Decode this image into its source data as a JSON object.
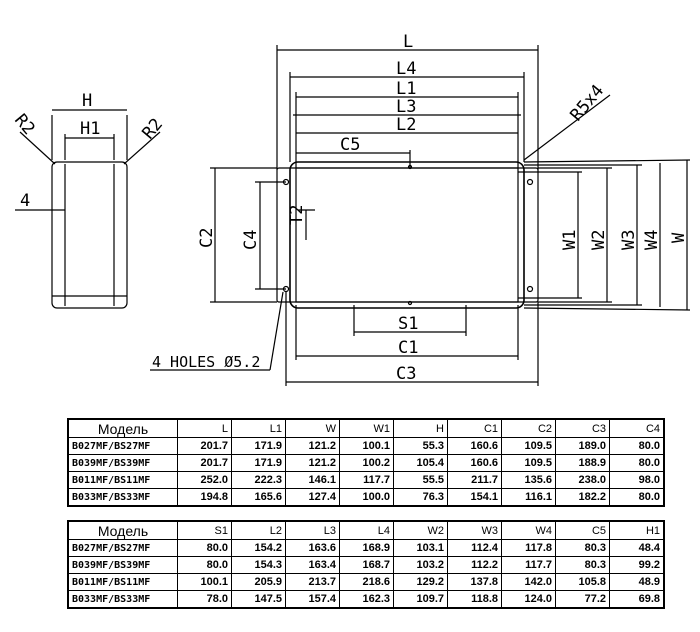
{
  "drawing": {
    "labels": {
      "L": "L",
      "L4": "L4",
      "L1": "L1",
      "L3": "L3",
      "L2": "L2",
      "C5": "C5",
      "R5x4": "R5x4",
      "H": "H",
      "H1": "H1",
      "R2_left": "R2",
      "R2_right": "R2",
      "four": "4",
      "C2": "C2",
      "C4": "C4",
      "T2": "T2",
      "W1": "W1",
      "W2": "W2",
      "W3": "W3",
      "W4": "W4",
      "W": "W",
      "S1": "S1",
      "C1": "C1",
      "C3": "C3",
      "holes": "4 HOLES Ø5.2"
    }
  },
  "table1": {
    "headers": [
      "Модель",
      "L",
      "L1",
      "W",
      "W1",
      "H",
      "C1",
      "C2",
      "C3",
      "C4"
    ],
    "rows": [
      [
        "B027MF/BS27MF",
        "201.7",
        "171.9",
        "121.2",
        "100.1",
        "55.3",
        "160.6",
        "109.5",
        "189.0",
        "80.0"
      ],
      [
        "B039MF/BS39MF",
        "201.7",
        "171.9",
        "121.2",
        "100.2",
        "105.4",
        "160.6",
        "109.5",
        "188.9",
        "80.0"
      ],
      [
        "B011MF/BS11MF",
        "252.0",
        "222.3",
        "146.1",
        "117.7",
        "55.5",
        "211.7",
        "135.6",
        "238.0",
        "98.0"
      ],
      [
        "B033MF/BS33MF",
        "194.8",
        "165.6",
        "127.4",
        "100.0",
        "76.3",
        "154.1",
        "116.1",
        "182.2",
        "80.0"
      ]
    ]
  },
  "table2": {
    "headers": [
      "Модель",
      "S1",
      "L2",
      "L3",
      "L4",
      "W2",
      "W3",
      "W4",
      "C5",
      "H1"
    ],
    "rows": [
      [
        "B027MF/BS27MF",
        "80.0",
        "154.2",
        "163.6",
        "168.9",
        "103.1",
        "112.4",
        "117.8",
        "80.3",
        "48.4"
      ],
      [
        "B039MF/BS39MF",
        "80.0",
        "154.3",
        "163.4",
        "168.7",
        "103.2",
        "112.2",
        "117.7",
        "80.3",
        "99.2"
      ],
      [
        "B011MF/BS11MF",
        "100.1",
        "205.9",
        "213.7",
        "218.6",
        "129.2",
        "137.8",
        "142.0",
        "105.8",
        "48.9"
      ],
      [
        "B033MF/BS33MF",
        "78.0",
        "147.5",
        "157.4",
        "162.3",
        "109.7",
        "118.8",
        "124.0",
        "77.2",
        "69.8"
      ]
    ]
  }
}
